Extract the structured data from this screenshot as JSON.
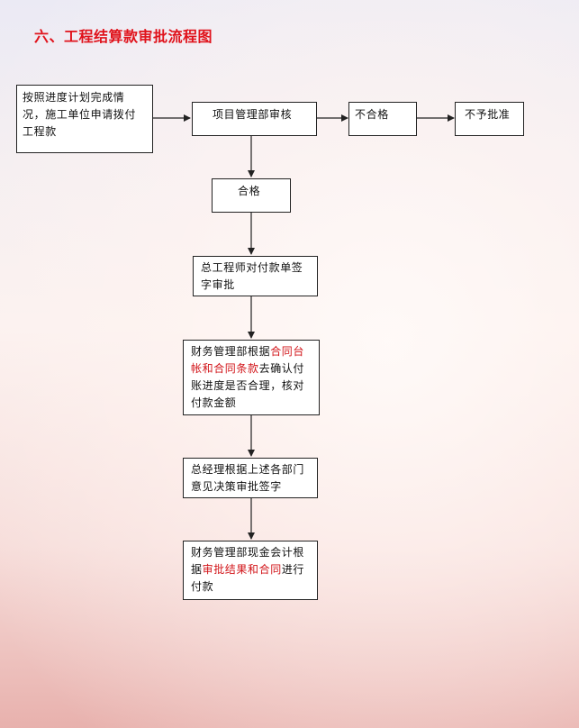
{
  "title": "六、工程结算款审批流程图",
  "steps": {
    "apply": {
      "text": "按照进度计划完成情况，施工单位申请拨付工程款"
    },
    "pm_review": {
      "text": "项目管理部审核"
    },
    "fail": {
      "text": "不合格"
    },
    "reject": {
      "text": "不予批准"
    },
    "pass": {
      "text": "合格"
    },
    "chief_engineer": {
      "text": "总工程师对付款单签字审批"
    },
    "finance_check": {
      "t1": "财务管理部根据",
      "t2": "合同台帐和合同条款",
      "t3": "去确认付账进度是否合理，核对付款金额"
    },
    "gm_sign": {
      "text": "总经理根据上述各部门意见决策审批签字"
    },
    "finance_pay": {
      "t1": "财务管理部现金会计根据",
      "t2": "审批结果和合同",
      "t3": "进行付款"
    }
  },
  "colors": {
    "title": "#e0121b",
    "highlight": "#d21419",
    "box_border": "#222222",
    "arrow": "#222222"
  }
}
